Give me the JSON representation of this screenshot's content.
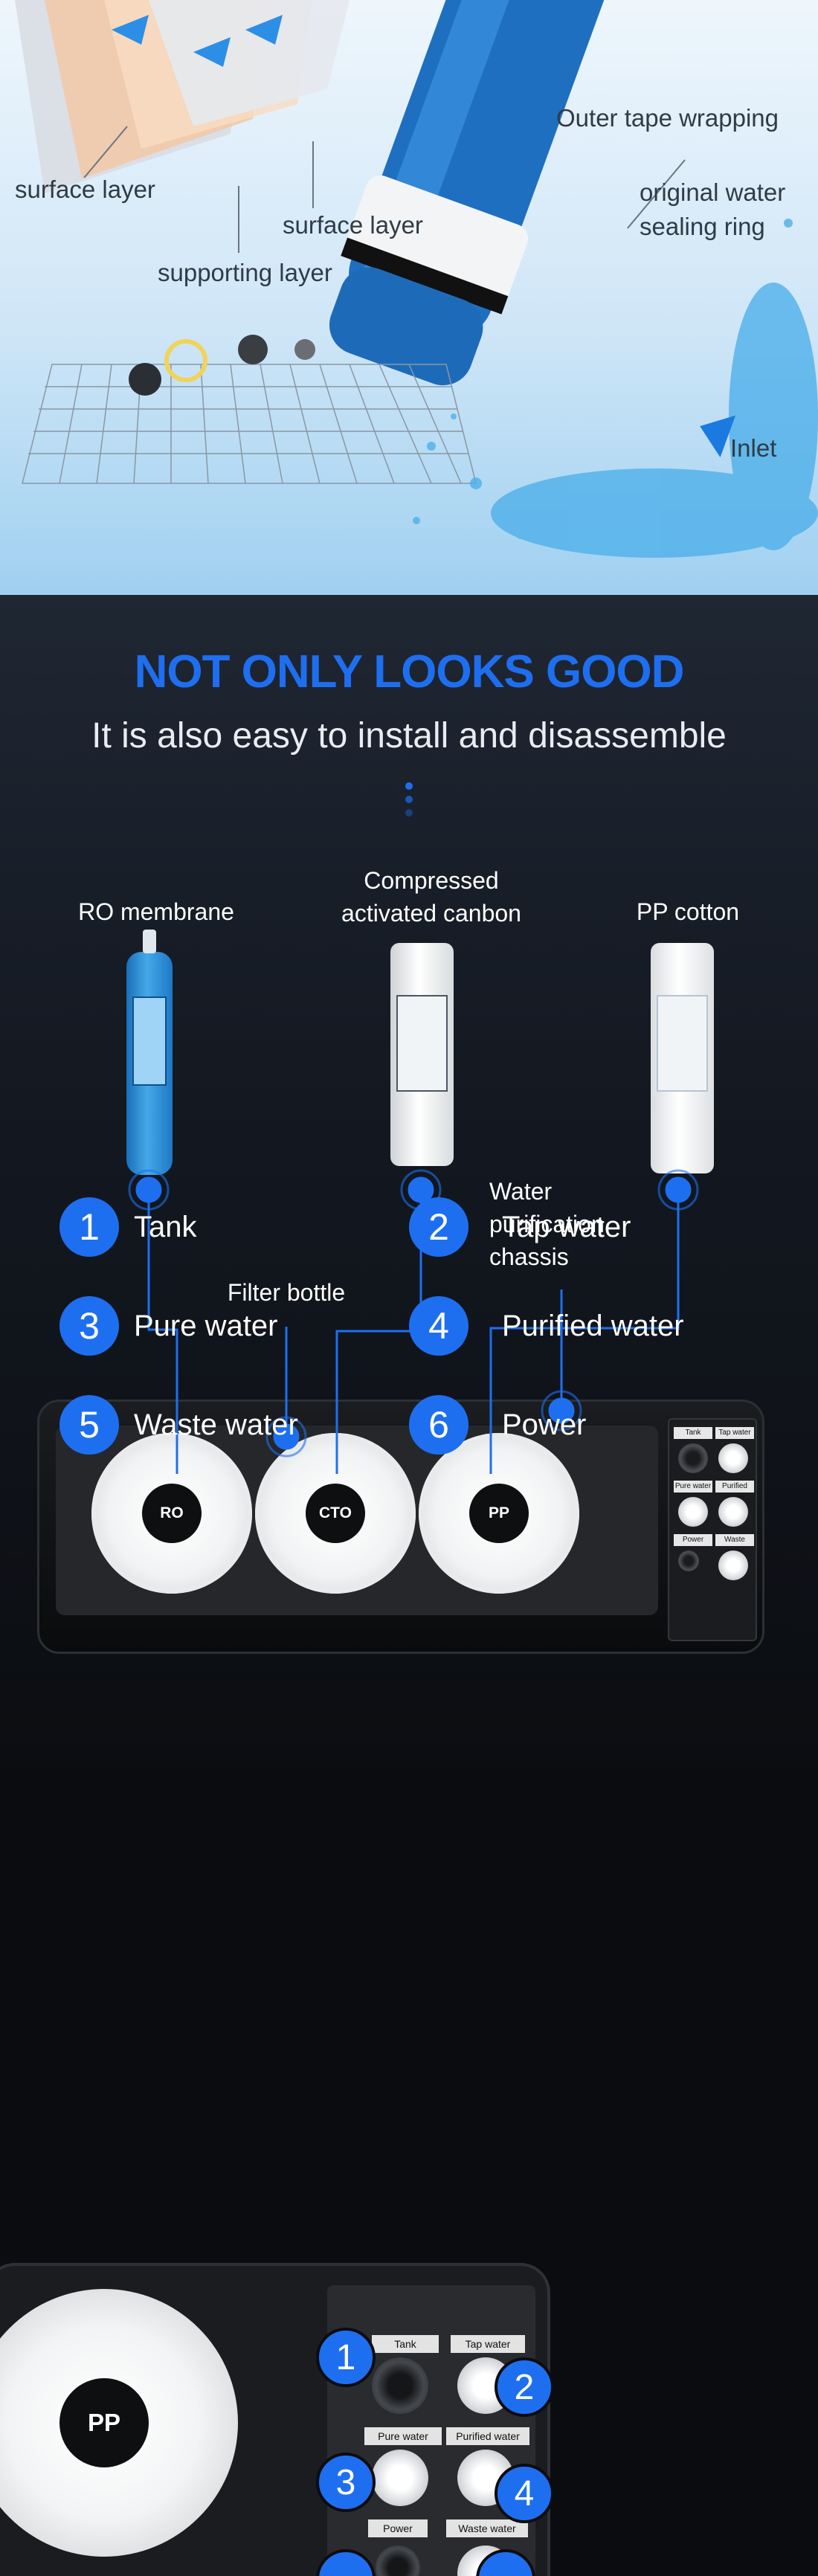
{
  "membrane": {
    "labels": {
      "surface_left": "surface layer",
      "surface_right": "surface layer",
      "supporting": "supporting layer",
      "outer_tape": "Outer tape wrapping",
      "sealing_ring": "original water\nsealing ring",
      "inlet": "Inlet"
    }
  },
  "install": {
    "headline": "NOT ONLY LOOKS GOOD",
    "subhead": "It is also easy to install and disassemble",
    "filters": {
      "ro": "RO membrane",
      "cto": "Compressed\nactivated canbon",
      "pp": "PP cotton"
    },
    "chassis_label": "Water\npurification\nchassis",
    "bottle_label": "Filter bottle",
    "caps": {
      "ro": "RO",
      "cto": "CTO",
      "pp": "PP"
    },
    "ports": {
      "tank": "Tank",
      "tap": "Tap water",
      "pure": "Pure water",
      "purified": "Purified water",
      "power": "Power",
      "waste": "Waste water"
    }
  },
  "legend": [
    {
      "num": "1",
      "label": "Tank"
    },
    {
      "num": "2",
      "label": "Tap water"
    },
    {
      "num": "3",
      "label": "Pure water"
    },
    {
      "num": "4",
      "label": "Purified water"
    },
    {
      "num": "5",
      "label": "Waste water"
    },
    {
      "num": "6",
      "label": "Power"
    }
  ],
  "zoom": {
    "cap": "PP",
    "ports": {
      "tank": "Tank",
      "tap": "Tap water",
      "pure": "Pure water",
      "purified": "Purified water",
      "power": "Power",
      "waste": "Waste water"
    },
    "nums": [
      "1",
      "2",
      "3",
      "4"
    ]
  },
  "colors": {
    "accent": "#1e6ff0",
    "dark_bg": "#0e1117"
  }
}
